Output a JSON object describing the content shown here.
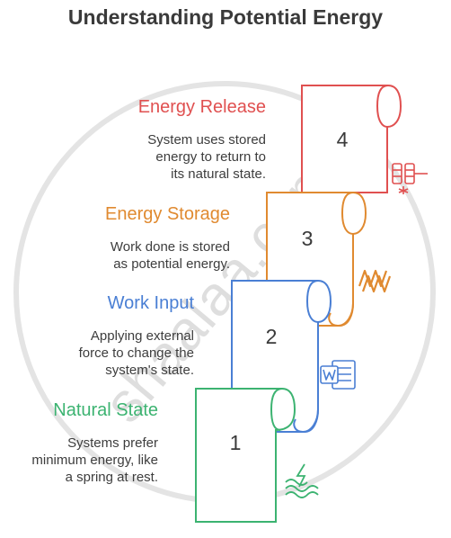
{
  "title": "Understanding Potential Energy",
  "watermark": "shaalaa.com",
  "steps": [
    {
      "number": "1",
      "heading": "Natural State",
      "color": "#3cb371",
      "lines": [
        "Systems prefer",
        "minimum energy, like",
        "a spring at rest."
      ],
      "icon": "water-energy-icon"
    },
    {
      "number": "2",
      "heading": "Work Input",
      "color": "#4a7fd4",
      "lines": [
        "Applying external",
        "force to change the",
        "system's state."
      ],
      "icon": "word-document-icon"
    },
    {
      "number": "3",
      "heading": "Energy Storage",
      "color": "#e08a30",
      "lines": [
        "Work done is stored",
        "as potential energy."
      ],
      "icon": "spring-coil-icon"
    },
    {
      "number": "4",
      "heading": "Energy Release",
      "color": "#e05050",
      "lines": [
        "System uses stored",
        "energy to return to",
        "its natural state."
      ],
      "icon": "battery-release-icon"
    }
  ]
}
